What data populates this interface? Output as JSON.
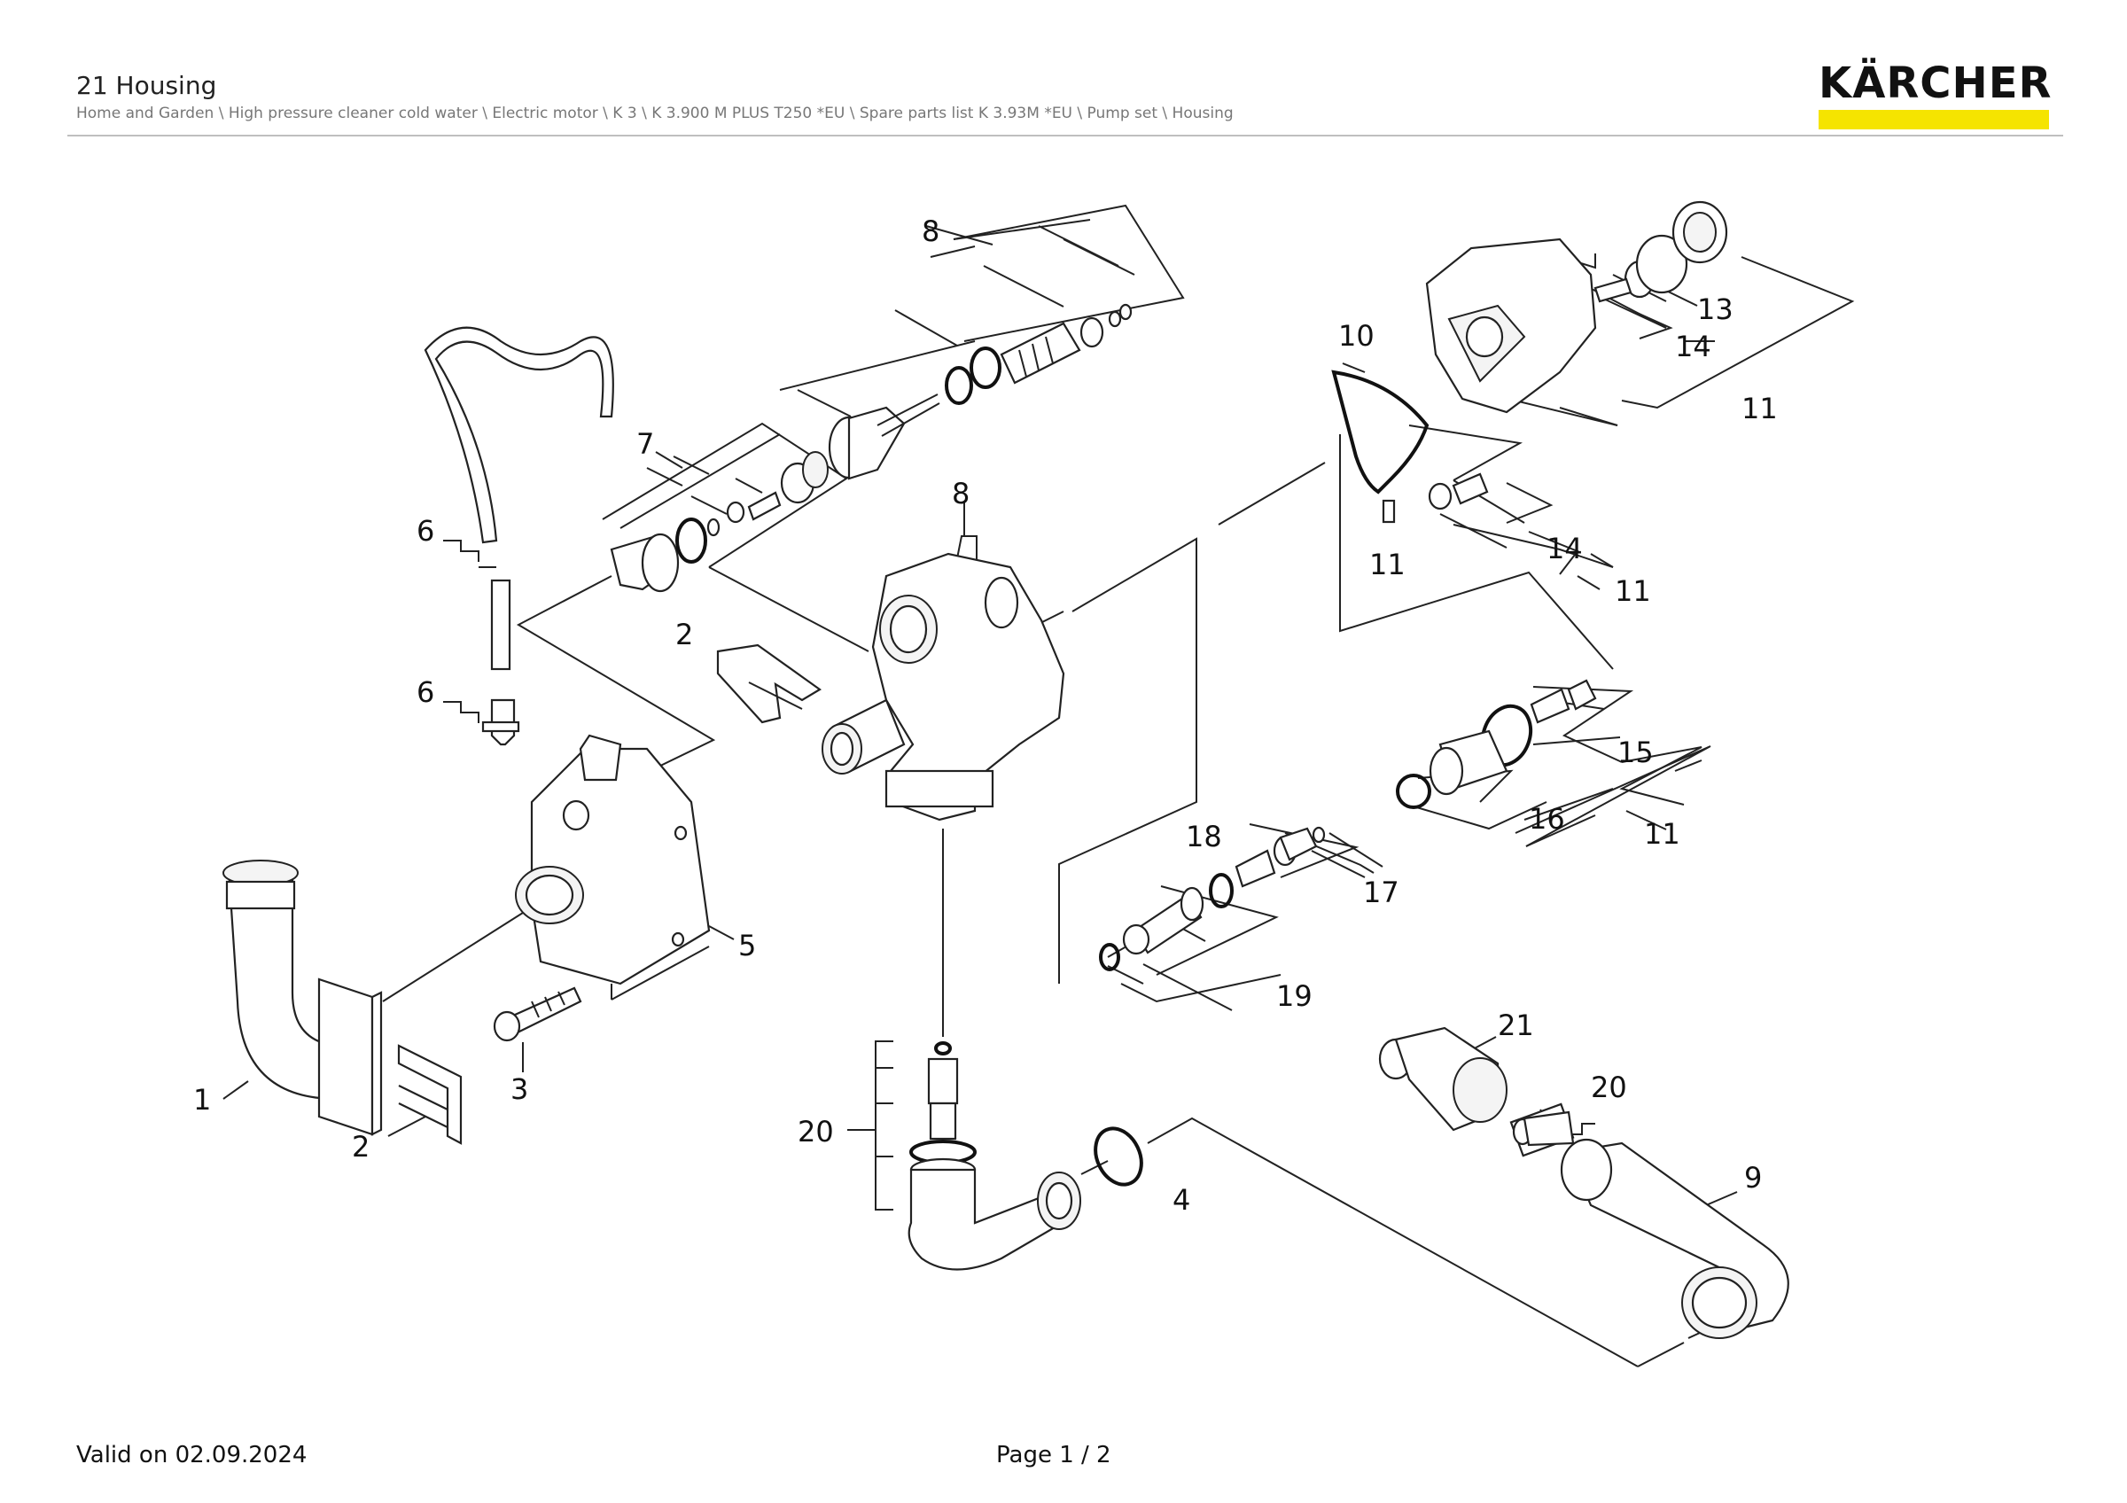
{
  "header": {
    "title": "21 Housing",
    "breadcrumb": "Home and Garden \\ High pressure cleaner cold water \\ Electric motor \\ K 3 \\ K 3.900 M PLUS T250 *EU \\ Spare parts list K 3.93M *EU \\ Pump set \\ Housing",
    "logo_text": "KÄRCHER",
    "logo_accent": "#f5e400"
  },
  "callouts": {
    "c1": "1",
    "c2a": "2",
    "c2b": "2",
    "c3": "3",
    "c4": "4",
    "c5": "5",
    "c6a": "6",
    "c6b": "6",
    "c7": "7",
    "c8a": "8",
    "c8b": "8",
    "c9": "9",
    "c10": "10",
    "c11a": "11",
    "c11b": "11",
    "c11c": "11",
    "c11d": "11",
    "c13": "13",
    "c14a": "14",
    "c14b": "14",
    "c15": "15",
    "c16": "16",
    "c17": "17",
    "c18": "18",
    "c19": "19",
    "c20a": "20",
    "c20b": "20",
    "c21": "21"
  },
  "footer": {
    "valid": "Valid on 02.09.2024",
    "page": "Page 1 / 2"
  }
}
